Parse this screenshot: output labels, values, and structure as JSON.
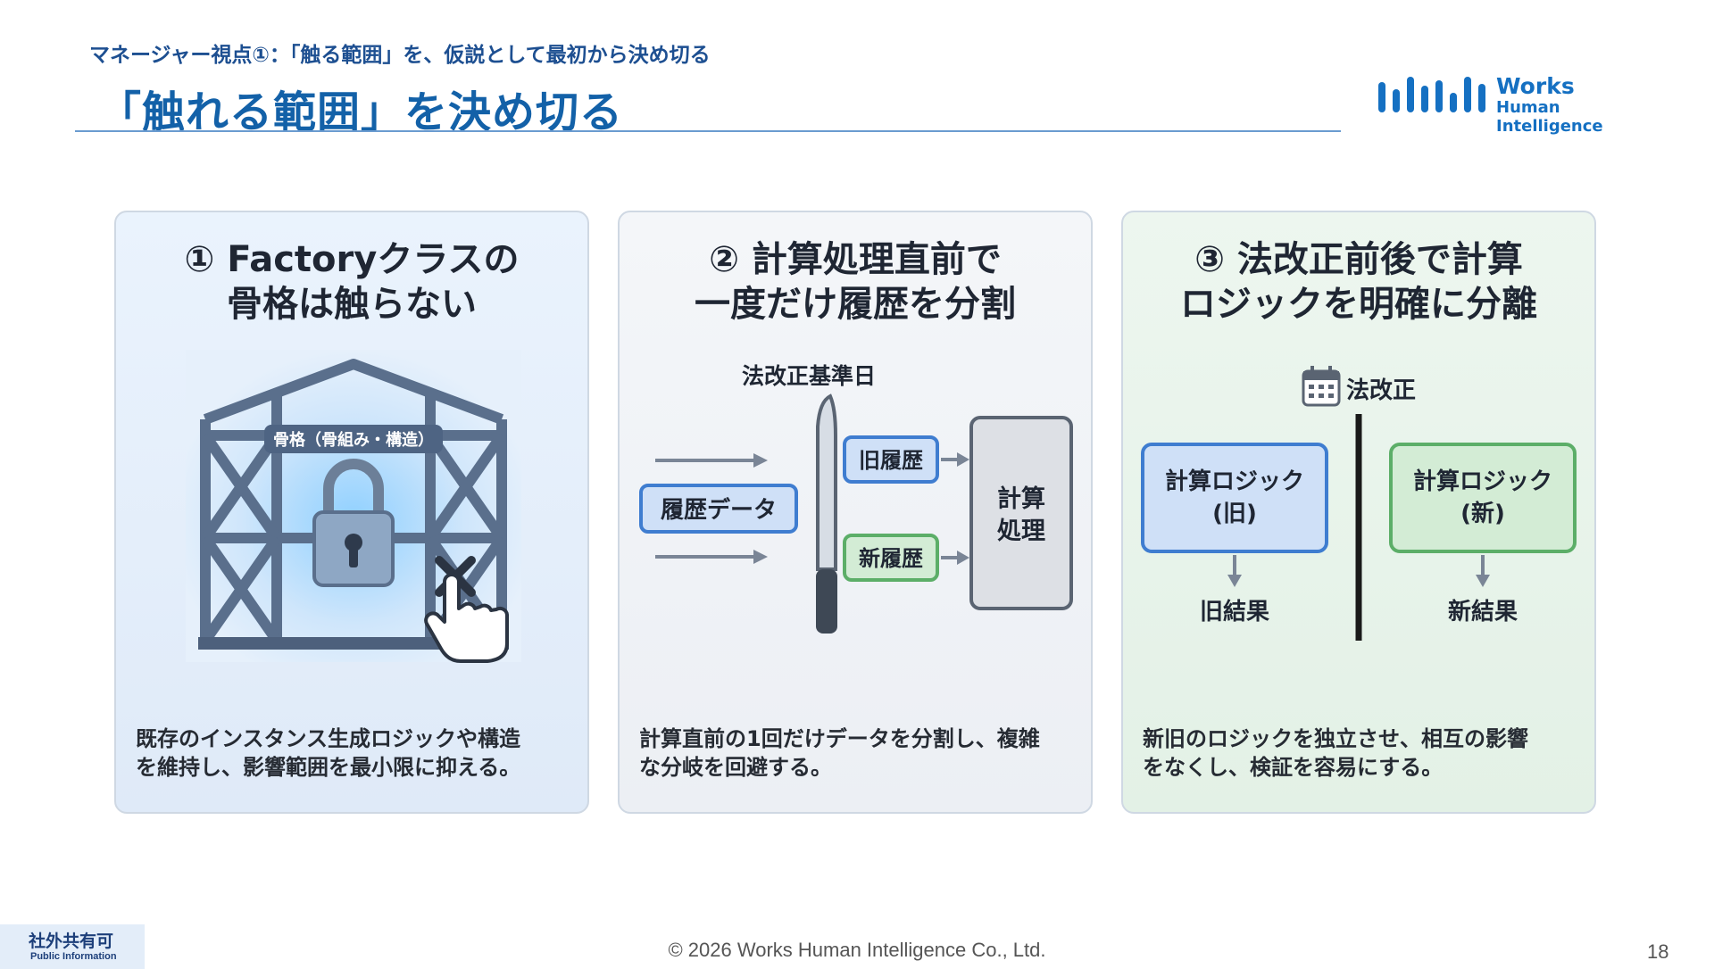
{
  "header": {
    "subtitle": "マネージャー視点①：「触る範囲」を、仮説として最初から決め切る",
    "title": "「触れる範囲」を決め切る"
  },
  "logo": {
    "word": "Works",
    "sub": "Human Intelligence"
  },
  "cards": [
    {
      "title_lines": [
        "① Factoryクラスの",
        "骨格は触らない"
      ],
      "illustration": {
        "icon": "locked-frame-icon",
        "frame_label": "骨格（骨組み・構造）"
      },
      "desc_lines": [
        "既存のインスタンス生成ロジックや構造",
        "を維持し、影響範囲を最小限に抑える。"
      ]
    },
    {
      "title_lines": [
        "② 計算処理直前で",
        "一度だけ履歴を分割"
      ],
      "illustration": {
        "date_label": "法改正基準日",
        "input_label": "履歴データ",
        "old_label": "旧履歴",
        "new_label": "新履歴",
        "calc_line1": "計算",
        "calc_line2": "処理"
      },
      "desc_lines": [
        "計算直前の1回だけデータを分割し、複雑",
        "な分岐を回避する。"
      ]
    },
    {
      "title_lines": [
        "③ 法改正前後で計算",
        "ロジックを明確に分離"
      ],
      "illustration": {
        "event_label": "法改正",
        "old_logic_line1": "計算ロジック",
        "old_logic_line2": "(旧)",
        "new_logic_line1": "計算ロジック",
        "new_logic_line2": "(新)",
        "old_result": "旧結果",
        "new_result": "新結果"
      },
      "desc_lines": [
        "新旧のロジックを独立させ、相互の影響",
        "をなくし、検証を容易にする。"
      ]
    }
  ],
  "footer": {
    "copyright": "© 2026 Works Human Intelligence Co., Ltd.",
    "page_number": "18"
  },
  "badge": {
    "main": "社外共有可",
    "sub": "Public Information"
  },
  "colors": {
    "accent_blue": "#1361a8",
    "blue_fill": "#cfe0f7",
    "blue_stroke": "#3f7dd0",
    "green_fill": "#d3ecd5",
    "green_stroke": "#5cae68"
  }
}
